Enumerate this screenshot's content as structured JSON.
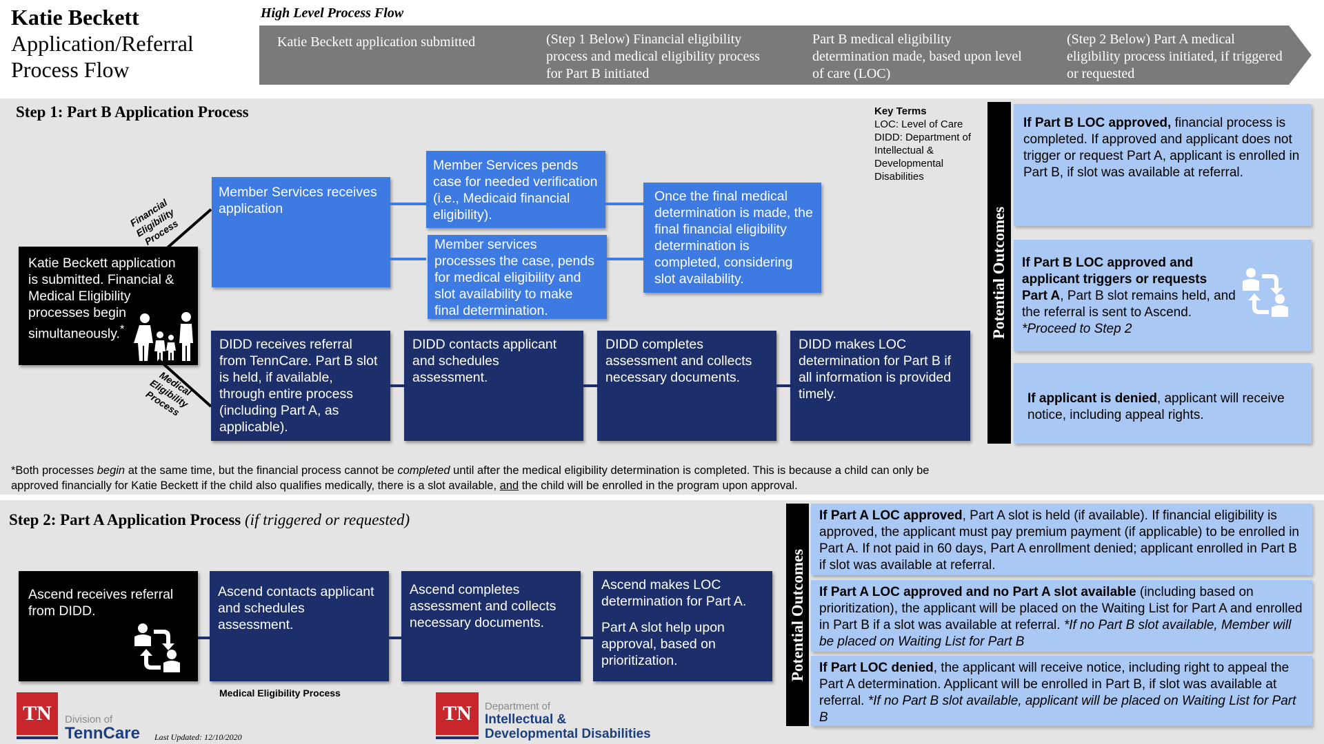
{
  "header": {
    "title_line1": "Katie Beckett",
    "title_line2": "Application/Referral",
    "title_line3": "Process Flow",
    "flow_label": "High Level Process Flow",
    "flow_steps": [
      "Katie Beckett application submitted",
      "(Step 1 Below) Financial eligibility process and medical eligibility process for Part B initiated",
      "Part B medical eligibility determination made, based upon level of care (LOC)",
      "(Step 2 Below) Part A medical eligibility process initiated, if triggered or requested"
    ]
  },
  "step1": {
    "title": "Step 1: Part B Application Process",
    "start_box": "Katie Beckett application is submitted.  Financial & Medical Eligibility processes begin simultaneously.",
    "start_box_mark": "*",
    "financial_label": "Financial Eligibility Process",
    "medical_label": "Medical Eligibility Process",
    "member_services_receives": "Member Services receives application",
    "member_services_pends": "Member Services pends case for needed verification (i.e., Medicaid financial eligibility).",
    "member_services_processes": "Member services processes the case, pends for medical eligibility and slot availability to make final determination.",
    "final_medical": "Once the final medical determination is made, the final financial eligibility determination is completed, considering slot availability.",
    "didd_receives": "DIDD receives referral from TennCare. Part B slot is held, if available, through entire process (including Part A, as applicable).",
    "didd_contacts": "DIDD contacts applicant and schedules assessment.",
    "didd_completes": "DIDD completes assessment and collects necessary documents.",
    "didd_makes": "DIDD makes LOC determination for Part B if all information is provided timely.",
    "key_terms": {
      "title": "Key Terms",
      "loc": "LOC: Level of Care",
      "didd": "DIDD: Department of Intellectual & Developmental Disabilities"
    },
    "outcomes_label": "Potential Outcomes",
    "outcome1_bold": "If Part B LOC approved,",
    "outcome1_text": " financial process is completed.  If approved and applicant does not trigger or request Part A, applicant is enrolled in Part B, if slot was available at referral.",
    "outcome2_bold": "If Part B LOC approved and applicant triggers or requests Part A",
    "outcome2_text": ", Part B slot remains held, and the referral is sent to Ascend.",
    "outcome2_italic": "*Proceed to Step 2",
    "outcome3_bold": "If applicant is denied",
    "outcome3_text": ", applicant will receive notice, including appeal rights.",
    "footnote_a": "*Both processes ",
    "footnote_begin": "begin",
    "footnote_b": " at the same time, but the financial process cannot be ",
    "footnote_completed": "completed",
    "footnote_c": " until after the medical eligibility determination is completed.  This is because a child can only be approved financially for Katie Beckett if the child also qualifies medically, there is a slot available, ",
    "footnote_and": "and",
    "footnote_d": " the child will be enrolled in the program upon approval."
  },
  "step2": {
    "title": "Step 2: Part A Application Process",
    "title_italic": "(if triggered or requested)",
    "ascend_receives": "Ascend receives referral from DIDD.",
    "ascend_contacts": "Ascend contacts applicant and schedules assessment.",
    "ascend_completes": "Ascend completes assessment and collects necessary documents.",
    "ascend_makes": "Ascend  makes LOC determination for Part A.",
    "ascend_makes_2": "Part A slot help upon approval, based on prioritization.",
    "medical_label": "Medical Eligibility Process",
    "outcomes_label": "Potential Outcomes",
    "outcome1_bold": "If Part A LOC approved",
    "outcome1_text": ", Part A slot is held (if available). If financial eligibility is approved, the applicant must pay premium payment (if applicable) to be enrolled in Part A.  If not paid in 60 days, Part A enrollment denied; applicant enrolled in Part B if slot was available at referral.",
    "outcome2_bold": "If Part A LOC approved and no Part A slot available",
    "outcome2_text": " (including based on prioritization), the applicant will be placed on the Waiting List for Part A and enrolled in Part B if a slot was available at referral. ",
    "outcome2_italic": "*If no Part B slot available, Member will be placed on Waiting List for Part B",
    "outcome3_bold": "If Part LOC denied",
    "outcome3_text": ", the applicant will receive notice, including right to appeal the Part A determination. Applicant will be enrolled in Part B, if slot was available at referral. ",
    "outcome3_italic": "*If no Part B slot available, applicant will be placed on Waiting List for Part B"
  },
  "footer": {
    "logo1_tn": "TN",
    "logo1_line1": "Division of",
    "logo1_line2": "TennCare",
    "last_updated": "Last Updated: 12/10/2020",
    "logo2_tn": "TN",
    "logo2_line1": "Department of",
    "logo2_line2": "Intellectual &",
    "logo2_line3": "Developmental Disabilities"
  },
  "colors": {
    "light_blue": "#3d7be3",
    "navy": "#1c2f6b",
    "outcome_blue": "#a9c8f3",
    "chevron_gray": "#7a7a7a",
    "tn_red": "#c8262d"
  },
  "icons": [
    "family-icon",
    "referral-transfer-icon"
  ]
}
